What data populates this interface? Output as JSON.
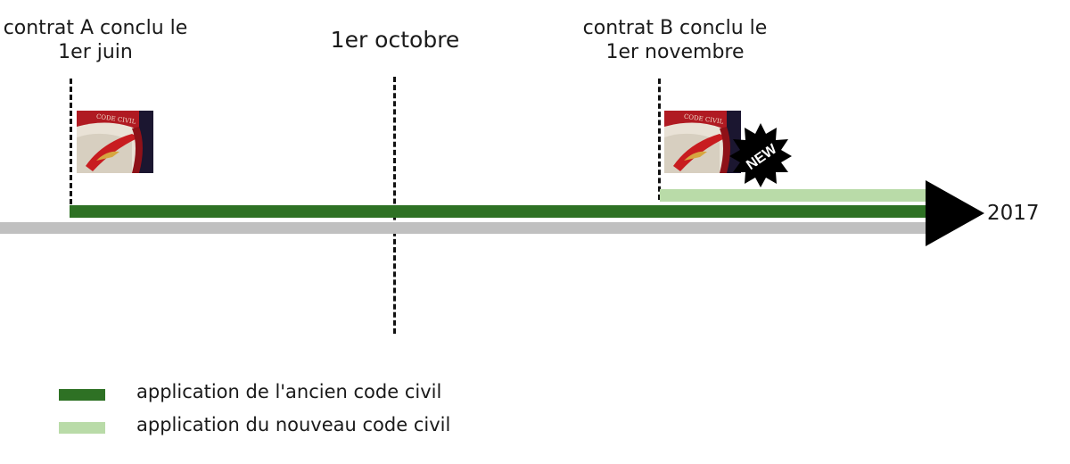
{
  "markers": [
    {
      "label_line1": "contrat A conclu le",
      "label_line2": "1er juin"
    },
    {
      "label_line1": "1er octobre",
      "label_line2": ""
    },
    {
      "label_line1": "contrat B conclu le",
      "label_line2": "1er novembre"
    }
  ],
  "axis": {
    "end_label": "2017"
  },
  "badge": {
    "text": "NEW"
  },
  "icons": {
    "book": "code-civil-book-icon",
    "badge": "new-starburst-icon"
  },
  "legend": [
    {
      "label": "application de l'ancien code civil",
      "color": "#2e7124"
    },
    {
      "label": "application du nouveau code civil",
      "color": "#b9dba8"
    }
  ],
  "colors": {
    "axis": "#c0c0c0",
    "arrow": "#000000",
    "old_code": "#2e7124",
    "new_code": "#b9dba8"
  }
}
